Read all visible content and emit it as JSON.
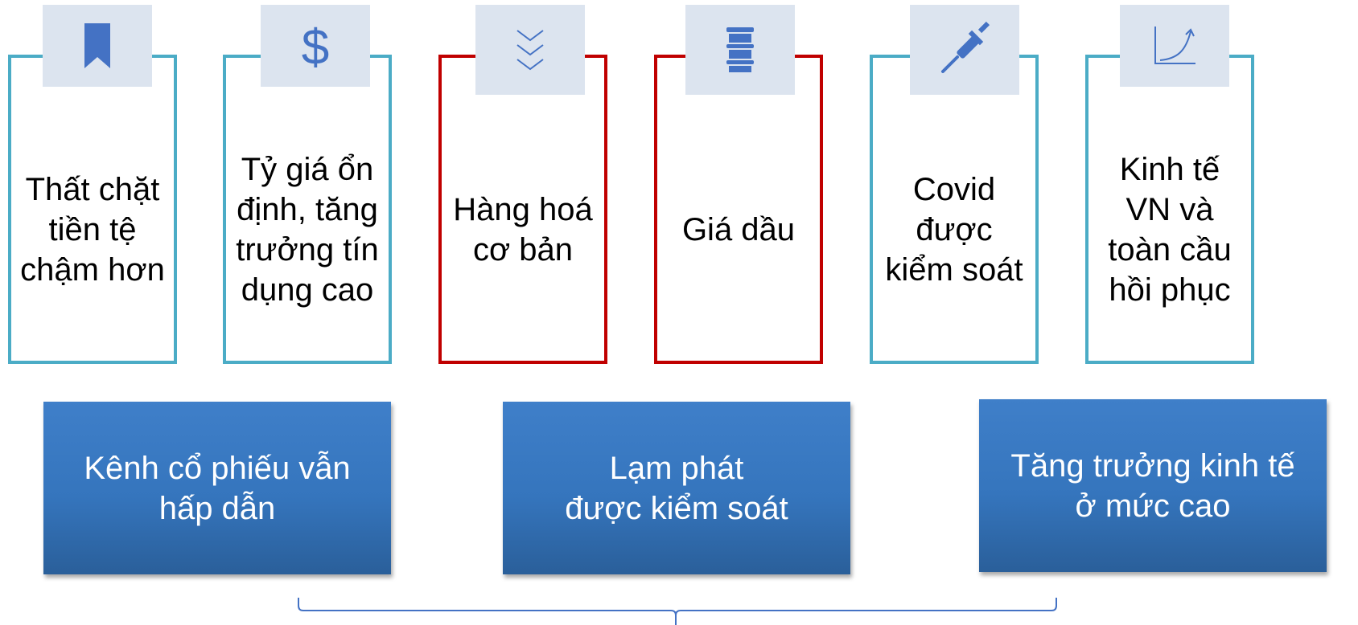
{
  "colors": {
    "card_border_teal": "#4bacc6",
    "card_border_red": "#c00000",
    "icon_tab_bg": "#dce4ef",
    "icon_color": "#4472c4",
    "outcome_fill": "#3575bd",
    "outcome_text": "#ffffff"
  },
  "factors": [
    {
      "icon": "bookmark-icon",
      "text": "Thất chặt\ntiền tệ\nchậm hơn",
      "border": "teal"
    },
    {
      "icon": "dollar-icon",
      "text": "Tỷ giá ổn\nđịnh, tăng\ntrưởng tín\ndụng cao",
      "border": "teal"
    },
    {
      "icon": "chevron-down-icon",
      "text": "Hàng hoá\ncơ bản",
      "border": "red"
    },
    {
      "icon": "oil-barrel-icon",
      "text": "Giá dầu",
      "border": "red"
    },
    {
      "icon": "syringe-icon",
      "text": "Covid\nđược\nkiểm soát",
      "border": "teal"
    },
    {
      "icon": "growth-chart-icon",
      "text": "Kinh tế\nVN và\ntoàn cầu\nhồi phục",
      "border": "teal"
    }
  ],
  "outcomes": [
    {
      "text": "Kênh cổ phiếu vẫn\nhấp dẫn"
    },
    {
      "text": "Lạm phát\nđược kiểm soát"
    },
    {
      "text": "Tăng trưởng kinh tế\nở mức cao"
    }
  ]
}
